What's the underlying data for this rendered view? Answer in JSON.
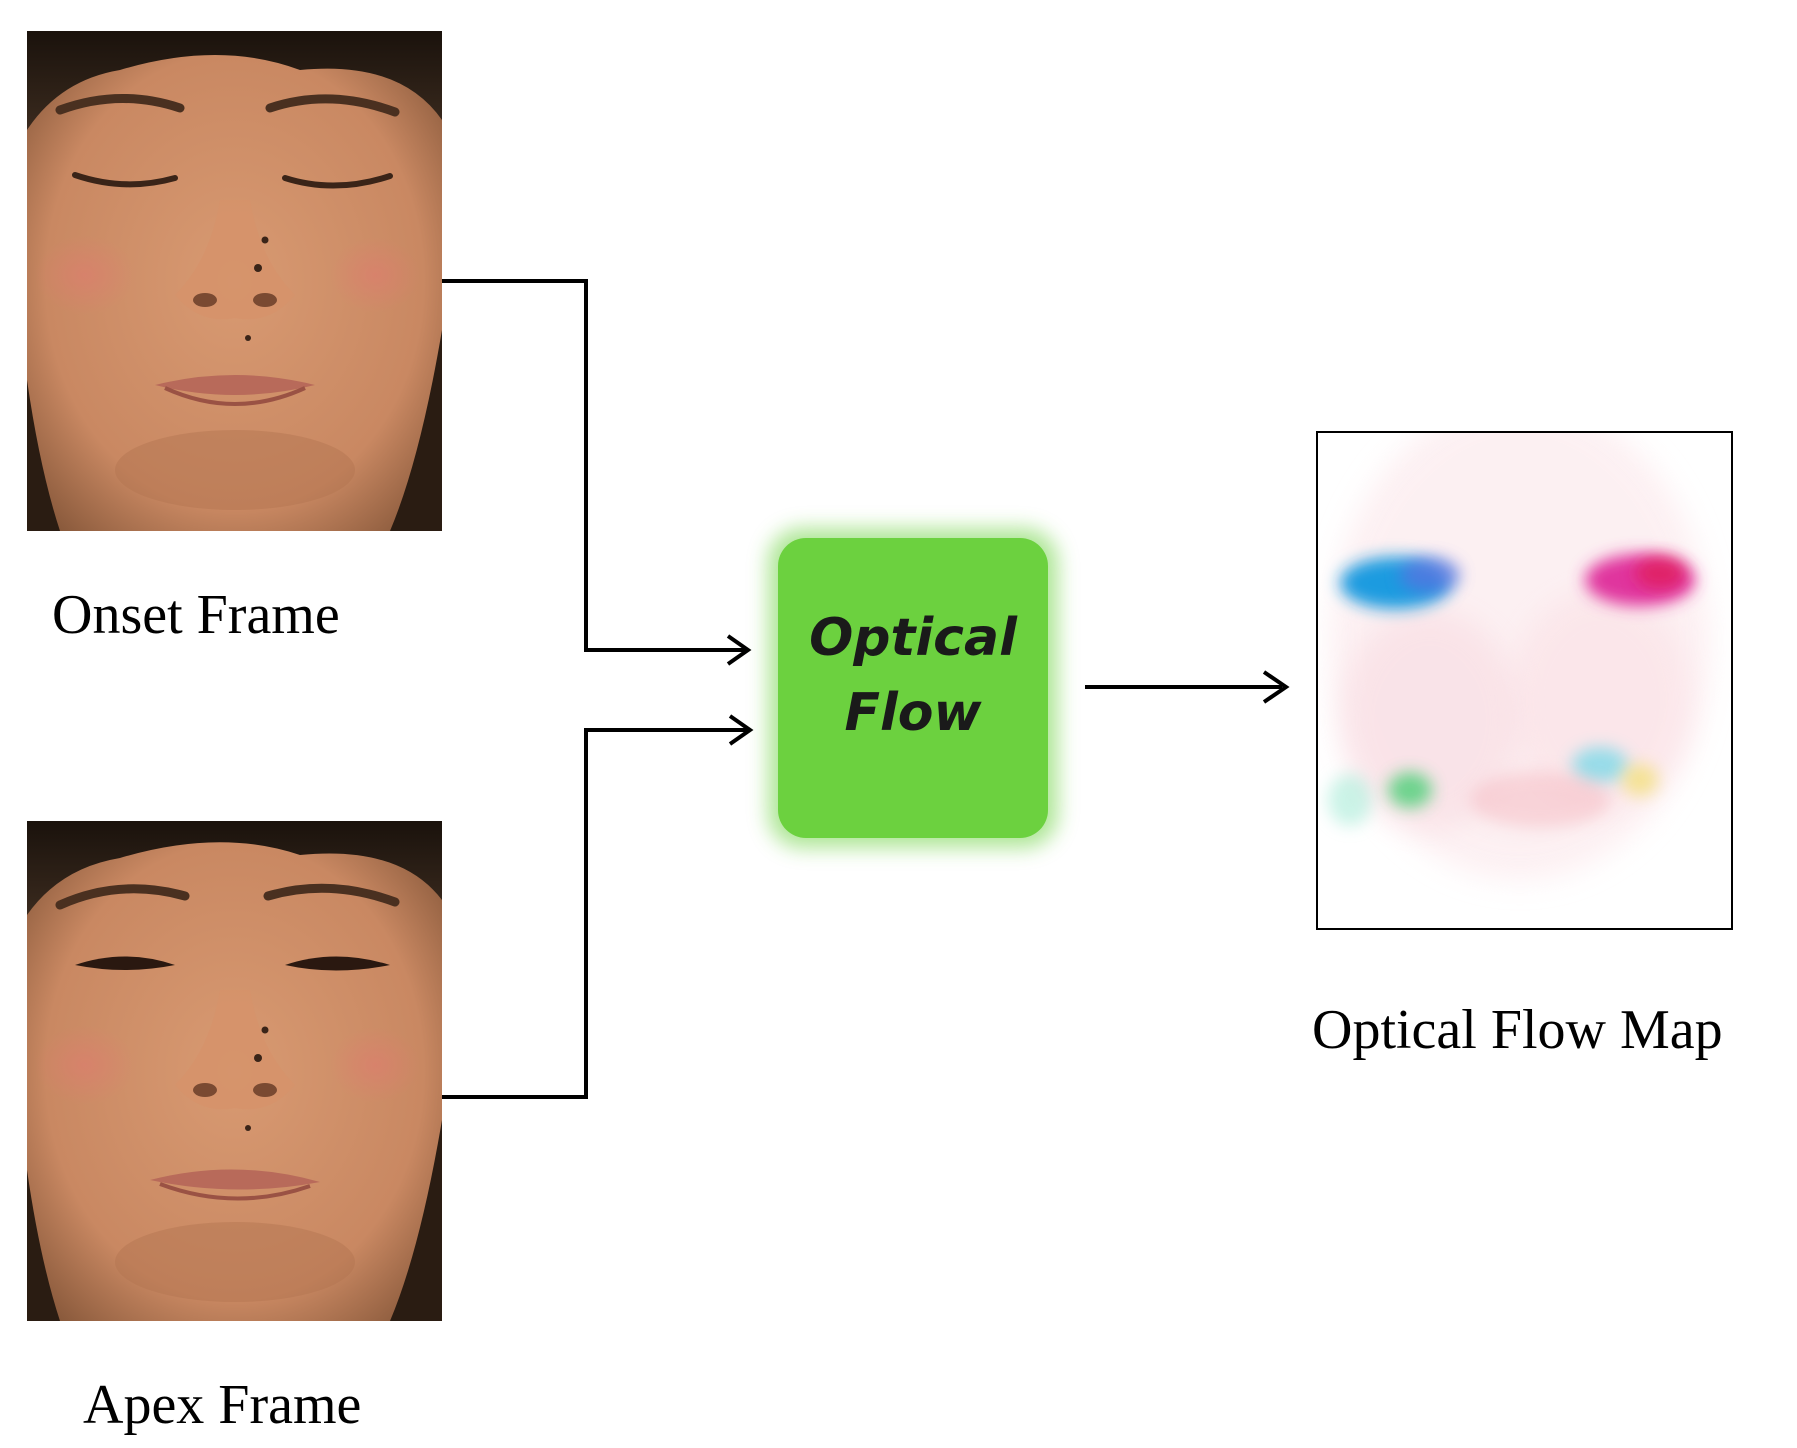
{
  "frames": {
    "onset": {
      "caption": "Onset Frame"
    },
    "apex": {
      "caption": "Apex Frame"
    }
  },
  "process": {
    "line1": "Optical",
    "line2": "Flow",
    "color": "#6cd13f"
  },
  "output": {
    "caption": "Optical Flow Map",
    "flow_colors": [
      "#1e9be0",
      "#e01a8a",
      "#33cc66",
      "#55d6e8",
      "#f2e070",
      "#f5b8c0"
    ]
  },
  "colors": {
    "connector": "#000000",
    "skin": "#c98a63"
  }
}
